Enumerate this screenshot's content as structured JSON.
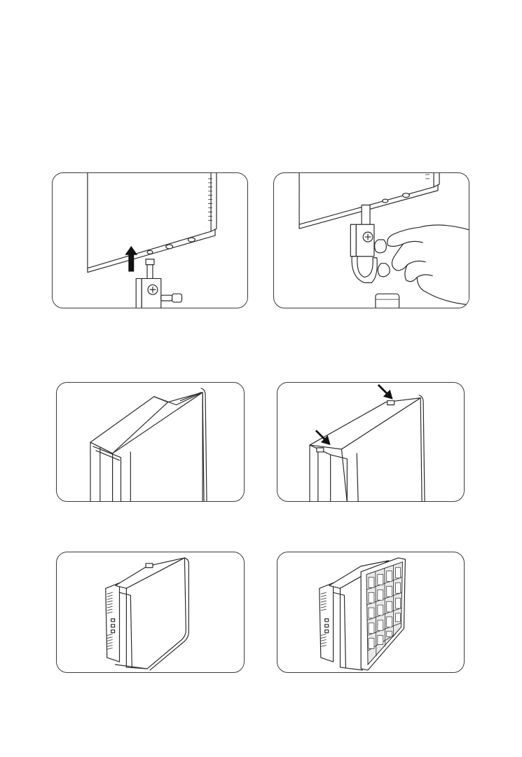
{
  "page": {
    "background": "#ffffff",
    "line_color": "#2a2a2a"
  },
  "figures": [
    {
      "id": "mount-panel-on-stand",
      "icons": [
        "led-panel",
        "up-arrow-icon",
        "light-stand"
      ]
    },
    {
      "id": "tighten-stand-knob",
      "icons": [
        "led-panel",
        "hand",
        "light-stand"
      ]
    },
    {
      "id": "softbox-fitted",
      "icons": [
        "led-panel",
        "softbox-diffuser"
      ]
    },
    {
      "id": "softbox-clips",
      "icons": [
        "led-panel",
        "softbox-diffuser",
        "down-arrow-icon",
        "down-arrow-icon"
      ]
    },
    {
      "id": "barndoor-side-view",
      "icons": [
        "led-panel",
        "softbox-diffuser"
      ]
    },
    {
      "id": "honeycomb-grid-attached",
      "icons": [
        "led-panel",
        "softbox-diffuser",
        "honeycomb-grid"
      ]
    }
  ]
}
